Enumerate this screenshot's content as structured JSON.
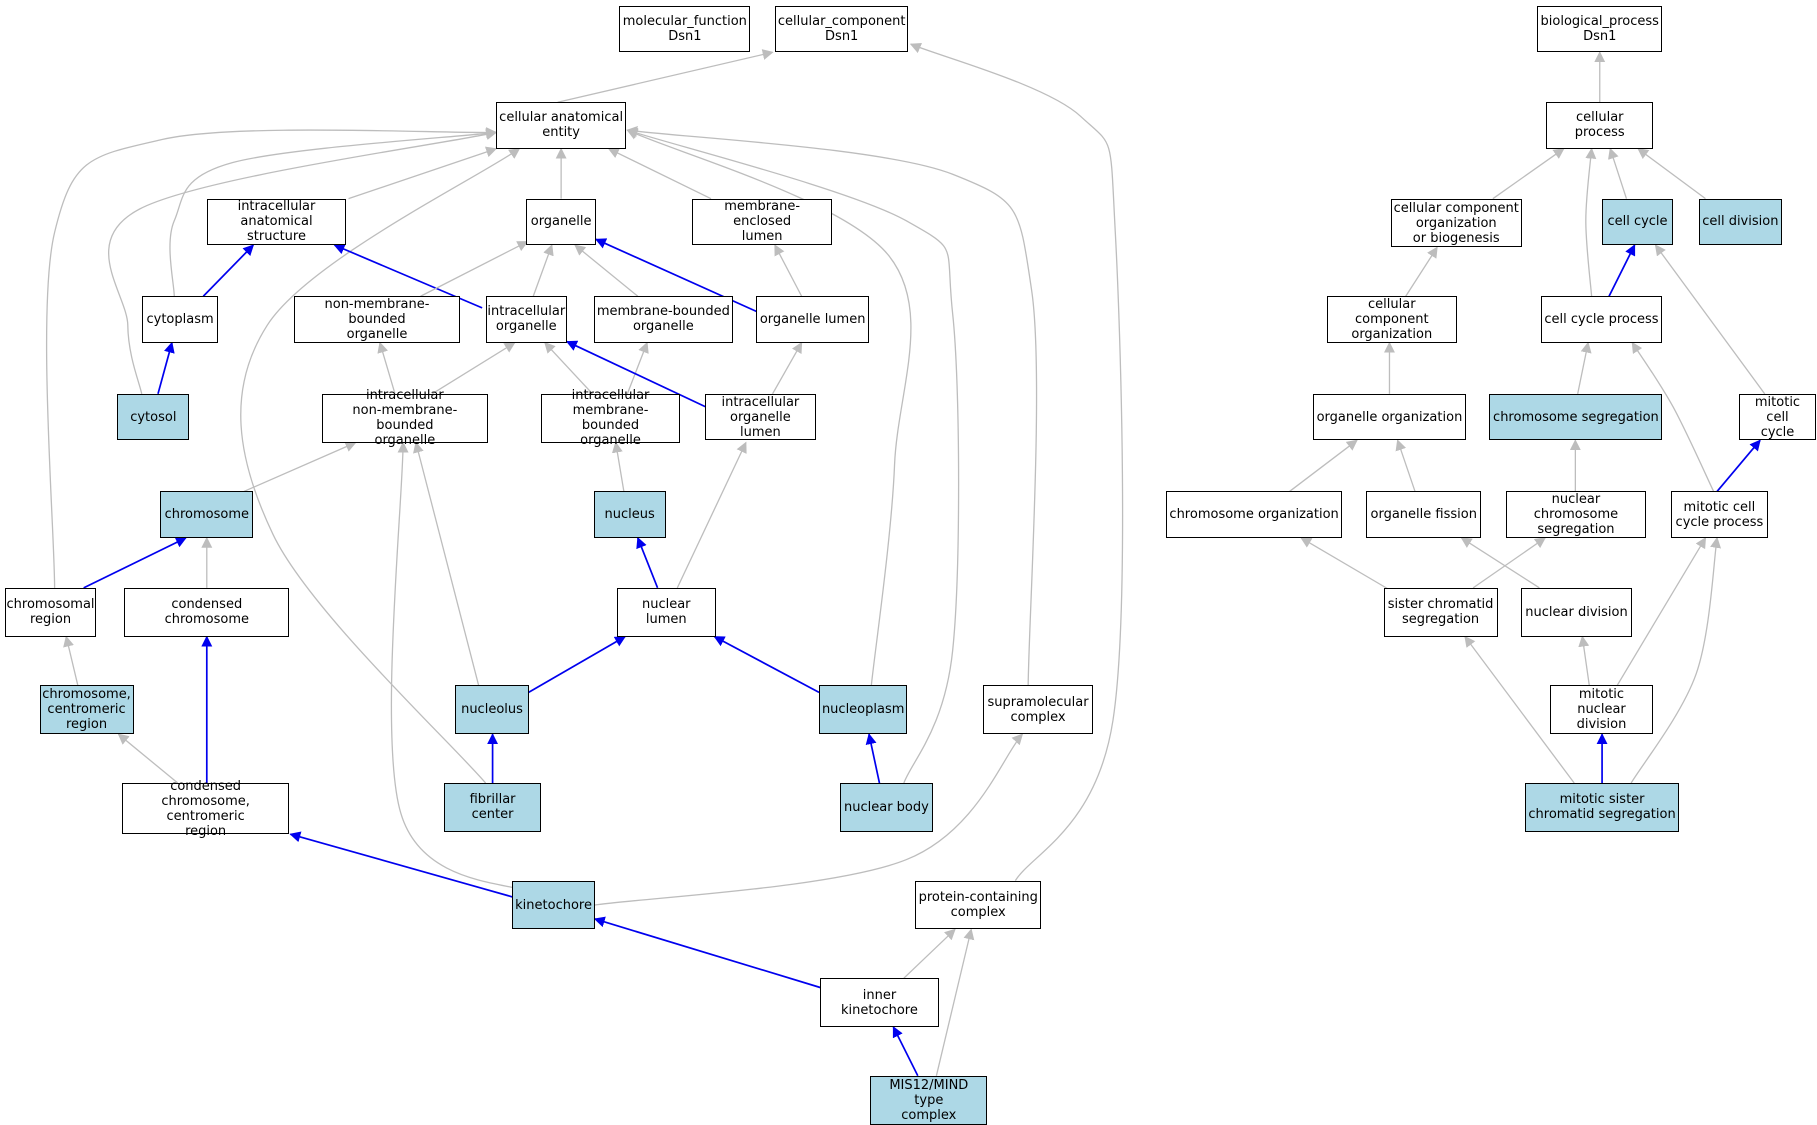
{
  "colors": {
    "highlight": "#add8e6",
    "edge_gray": "#bdbdbd",
    "edge_blue": "#0000ee",
    "border": "#000000"
  },
  "nodes": [
    {
      "id": "mf",
      "label": "molecular_function\nDsn1",
      "hl": false
    },
    {
      "id": "cc",
      "label": "cellular_component\nDsn1",
      "hl": false
    },
    {
      "id": "bp",
      "label": "biological_process\nDsn1",
      "hl": false
    },
    {
      "id": "cae",
      "label": "cellular anatomical\nentity",
      "hl": false
    },
    {
      "id": "cp",
      "label": "cellular process",
      "hl": false
    },
    {
      "id": "ias",
      "label": "intracellular\nanatomical structure",
      "hl": false
    },
    {
      "id": "org",
      "label": "organelle",
      "hl": false
    },
    {
      "id": "mel",
      "label": "membrane-enclosed\nlumen",
      "hl": false
    },
    {
      "id": "ccob",
      "label": "cellular component\norganization\nor biogenesis",
      "hl": false
    },
    {
      "id": "ccy",
      "label": "cell cycle",
      "hl": true
    },
    {
      "id": "cdiv",
      "label": "cell division",
      "hl": true
    },
    {
      "id": "cyto",
      "label": "cytoplasm",
      "hl": false
    },
    {
      "id": "nmbo",
      "label": "non-membrane-bounded\norganelle",
      "hl": false
    },
    {
      "id": "io",
      "label": "intracellular\norganelle",
      "hl": false
    },
    {
      "id": "mbo",
      "label": "membrane-bounded\norganelle",
      "hl": false
    },
    {
      "id": "ol",
      "label": "organelle lumen",
      "hl": false
    },
    {
      "id": "cco",
      "label": "cellular component\norganization",
      "hl": false
    },
    {
      "id": "ccp",
      "label": "cell cycle process",
      "hl": false
    },
    {
      "id": "cytosol",
      "label": "cytosol",
      "hl": true
    },
    {
      "id": "inmbo",
      "label": "intracellular\nnon-membrane-bounded\norganelle",
      "hl": false
    },
    {
      "id": "imbo",
      "label": "intracellular\nmembrane-bounded\norganelle",
      "hl": false
    },
    {
      "id": "iol",
      "label": "intracellular\norganelle lumen",
      "hl": false
    },
    {
      "id": "oorg",
      "label": "organelle organization",
      "hl": false
    },
    {
      "id": "cseg",
      "label": "chromosome segregation",
      "hl": true
    },
    {
      "id": "mcc",
      "label": "mitotic cell\ncycle",
      "hl": false
    },
    {
      "id": "chr",
      "label": "chromosome",
      "hl": true
    },
    {
      "id": "nuc",
      "label": "nucleus",
      "hl": true
    },
    {
      "id": "corg",
      "label": "chromosome organization",
      "hl": false
    },
    {
      "id": "ofis",
      "label": "organelle fission",
      "hl": false
    },
    {
      "id": "ncs",
      "label": "nuclear chromosome\nsegregation",
      "hl": false
    },
    {
      "id": "mccp",
      "label": "mitotic cell\ncycle process",
      "hl": false
    },
    {
      "id": "chreg",
      "label": "chromosomal\nregion",
      "hl": false
    },
    {
      "id": "cchr",
      "label": "condensed chromosome",
      "hl": false
    },
    {
      "id": "nl",
      "label": "nuclear lumen",
      "hl": false
    },
    {
      "id": "scs",
      "label": "sister chromatid\nsegregation",
      "hl": false
    },
    {
      "id": "ndiv",
      "label": "nuclear division",
      "hl": false
    },
    {
      "id": "ccr",
      "label": "chromosome,\ncentromeric\nregion",
      "hl": true
    },
    {
      "id": "nucleolus",
      "label": "nucleolus",
      "hl": true
    },
    {
      "id": "npl",
      "label": "nucleoplasm",
      "hl": true
    },
    {
      "id": "smc",
      "label": "supramolecular\ncomplex",
      "hl": false
    },
    {
      "id": "mnd",
      "label": "mitotic nuclear\ndivision",
      "hl": false
    },
    {
      "id": "cccr",
      "label": "condensed chromosome,\ncentromeric\nregion",
      "hl": false
    },
    {
      "id": "fc",
      "label": "fibrillar center",
      "hl": true
    },
    {
      "id": "nb",
      "label": "nuclear body",
      "hl": true
    },
    {
      "id": "mscs",
      "label": "mitotic sister\nchromatid segregation",
      "hl": true
    },
    {
      "id": "kin",
      "label": "kinetochore",
      "hl": true
    },
    {
      "id": "pcc",
      "label": "protein-containing\ncomplex",
      "hl": false
    },
    {
      "id": "ik",
      "label": "inner kinetochore",
      "hl": false
    },
    {
      "id": "mis12",
      "label": "MIS12/MIND type\ncomplex",
      "hl": true
    }
  ],
  "edges": [
    {
      "from": "cae",
      "to": "cc",
      "kind": "gray"
    },
    {
      "from": "pcc",
      "to": "cc",
      "kind": "gray"
    },
    {
      "from": "ias",
      "to": "cae",
      "kind": "gray"
    },
    {
      "from": "org",
      "to": "cae",
      "kind": "gray"
    },
    {
      "from": "mel",
      "to": "cae",
      "kind": "gray"
    },
    {
      "from": "cyto",
      "to": "cae",
      "kind": "gray"
    },
    {
      "from": "cytosol",
      "to": "cae",
      "kind": "gray"
    },
    {
      "from": "chreg",
      "to": "cae",
      "kind": "gray"
    },
    {
      "from": "fc",
      "to": "cae",
      "kind": "gray"
    },
    {
      "from": "npl",
      "to": "cae",
      "kind": "gray"
    },
    {
      "from": "nb",
      "to": "cae",
      "kind": "gray"
    },
    {
      "from": "smc",
      "to": "cae",
      "kind": "gray"
    },
    {
      "from": "cyto",
      "to": "ias",
      "kind": "blue"
    },
    {
      "from": "io",
      "to": "ias",
      "kind": "blue"
    },
    {
      "from": "cytosol",
      "to": "cyto",
      "kind": "blue"
    },
    {
      "from": "nmbo",
      "to": "org",
      "kind": "gray"
    },
    {
      "from": "io",
      "to": "org",
      "kind": "gray"
    },
    {
      "from": "mbo",
      "to": "org",
      "kind": "gray"
    },
    {
      "from": "ol",
      "to": "org",
      "kind": "blue"
    },
    {
      "from": "ol",
      "to": "mel",
      "kind": "gray"
    },
    {
      "from": "inmbo",
      "to": "nmbo",
      "kind": "gray"
    },
    {
      "from": "inmbo",
      "to": "io",
      "kind": "gray"
    },
    {
      "from": "imbo",
      "to": "io",
      "kind": "gray"
    },
    {
      "from": "imbo",
      "to": "mbo",
      "kind": "gray"
    },
    {
      "from": "iol",
      "to": "io",
      "kind": "blue"
    },
    {
      "from": "iol",
      "to": "ol",
      "kind": "gray"
    },
    {
      "from": "chr",
      "to": "inmbo",
      "kind": "gray"
    },
    {
      "from": "nucleolus",
      "to": "inmbo",
      "kind": "gray"
    },
    {
      "from": "kin",
      "to": "inmbo",
      "kind": "gray"
    },
    {
      "from": "nuc",
      "to": "imbo",
      "kind": "gray"
    },
    {
      "from": "nl",
      "to": "iol",
      "kind": "gray"
    },
    {
      "from": "nl",
      "to": "nuc",
      "kind": "blue"
    },
    {
      "from": "chreg",
      "to": "chr",
      "kind": "blue"
    },
    {
      "from": "cchr",
      "to": "chr",
      "kind": "gray"
    },
    {
      "from": "ccr",
      "to": "chreg",
      "kind": "gray"
    },
    {
      "from": "cccr",
      "to": "ccr",
      "kind": "gray"
    },
    {
      "from": "cccr",
      "to": "cchr",
      "kind": "blue"
    },
    {
      "from": "nucleolus",
      "to": "nl",
      "kind": "blue"
    },
    {
      "from": "npl",
      "to": "nl",
      "kind": "blue"
    },
    {
      "from": "fc",
      "to": "nucleolus",
      "kind": "blue"
    },
    {
      "from": "nb",
      "to": "npl",
      "kind": "blue"
    },
    {
      "from": "kin",
      "to": "cccr",
      "kind": "blue"
    },
    {
      "from": "kin",
      "to": "smc",
      "kind": "gray"
    },
    {
      "from": "ik",
      "to": "kin",
      "kind": "blue"
    },
    {
      "from": "ik",
      "to": "pcc",
      "kind": "gray"
    },
    {
      "from": "mis12",
      "to": "pcc",
      "kind": "gray"
    },
    {
      "from": "mis12",
      "to": "ik",
      "kind": "blue"
    },
    {
      "from": "cp",
      "to": "bp",
      "kind": "gray"
    },
    {
      "from": "ccob",
      "to": "cp",
      "kind": "gray"
    },
    {
      "from": "ccy",
      "to": "cp",
      "kind": "gray"
    },
    {
      "from": "cdiv",
      "to": "cp",
      "kind": "gray"
    },
    {
      "from": "ccp",
      "to": "cp",
      "kind": "gray"
    },
    {
      "from": "cco",
      "to": "ccob",
      "kind": "gray"
    },
    {
      "from": "ccp",
      "to": "ccy",
      "kind": "blue"
    },
    {
      "from": "mcc",
      "to": "ccy",
      "kind": "gray"
    },
    {
      "from": "oorg",
      "to": "cco",
      "kind": "gray"
    },
    {
      "from": "cseg",
      "to": "ccp",
      "kind": "gray"
    },
    {
      "from": "mccp",
      "to": "ccp",
      "kind": "gray"
    },
    {
      "from": "corg",
      "to": "oorg",
      "kind": "gray"
    },
    {
      "from": "ofis",
      "to": "oorg",
      "kind": "gray"
    },
    {
      "from": "ncs",
      "to": "cseg",
      "kind": "gray"
    },
    {
      "from": "mccp",
      "to": "mcc",
      "kind": "blue"
    },
    {
      "from": "scs",
      "to": "corg",
      "kind": "gray"
    },
    {
      "from": "scs",
      "to": "ncs",
      "kind": "gray"
    },
    {
      "from": "ndiv",
      "to": "ofis",
      "kind": "gray"
    },
    {
      "from": "mnd",
      "to": "ndiv",
      "kind": "gray"
    },
    {
      "from": "mnd",
      "to": "mccp",
      "kind": "gray"
    },
    {
      "from": "mscs",
      "to": "scs",
      "kind": "gray"
    },
    {
      "from": "mscs",
      "to": "mccp",
      "kind": "gray"
    },
    {
      "from": "mscs",
      "to": "mnd",
      "kind": "blue"
    }
  ]
}
